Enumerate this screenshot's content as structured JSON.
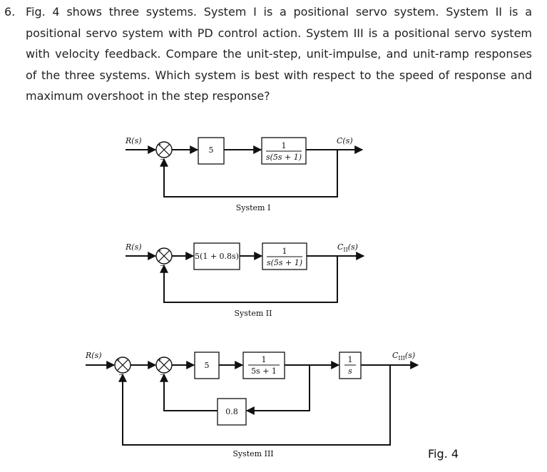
{
  "question": {
    "number": "6.",
    "text": "Fig. 4 shows three systems. System I is a positional servo system. System II is a positional servo system with PD control action. System III is a positional servo system with velocity feedback. Compare the unit-step, unit-impulse, and unit-ramp responses of the three systems. Which system is best with respect to the speed of response and maximum overshoot in the step response?"
  },
  "system1": {
    "input": "R(s)",
    "output": "C(s)",
    "gain": "5",
    "plant_num": "1",
    "plant_den": "s(5s + 1)",
    "caption": "System I",
    "sign_plus": "+",
    "sign_minus": "−"
  },
  "system2": {
    "input": "R(s)",
    "output": "C",
    "output_sub": "II",
    "output_arg": "(s)",
    "controller": "5(1 + 0.8s)",
    "plant_num": "1",
    "plant_den": "s(5s + 1)",
    "caption": "System II",
    "sign_plus": "+",
    "sign_minus": "−"
  },
  "system3": {
    "input": "R(s)",
    "output": "C",
    "output_sub": "III",
    "output_arg": "(s)",
    "gain": "5",
    "block2_num": "1",
    "block2_den": "5s + 1",
    "integrator_num": "1",
    "integrator_den": "s",
    "feedback_gain": "0.8",
    "caption": "System III",
    "sign_plus": "+",
    "sign_minus": "−"
  },
  "figure_label": "Fig. 4"
}
